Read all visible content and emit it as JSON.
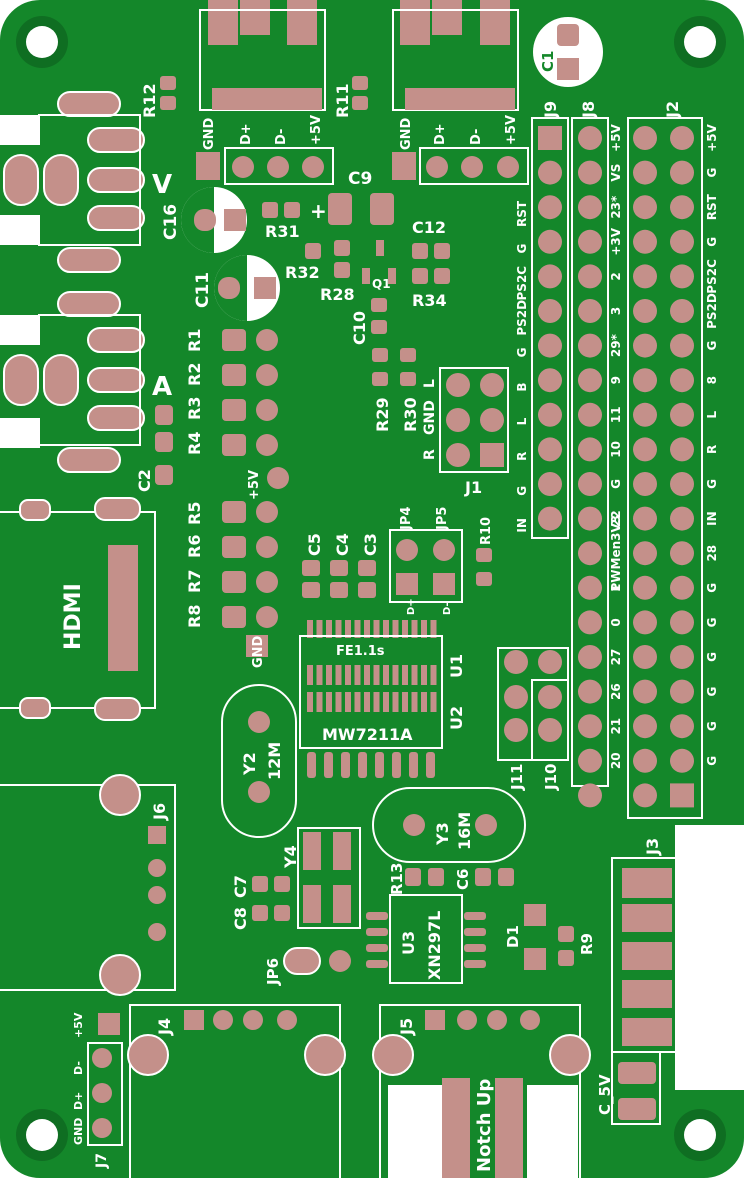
{
  "colors": {
    "board": "#14872a",
    "board_dark": "#0f6e22",
    "copper_pad": "#c4908a",
    "silk": "#ffffff",
    "hole": "#ffffff",
    "background": "#ffffff"
  },
  "labels": {
    "hdmi": "HDMI",
    "v": "V",
    "a": "A",
    "gnd": "GND",
    "dplus": "D+",
    "dminus": "D-",
    "p5v": "+5V",
    "r12": "R12",
    "r11": "R11",
    "c1": "C1",
    "c9": "C9",
    "c16": "C16",
    "r31": "R31",
    "c12": "C12",
    "r32": "R32",
    "r28": "R28",
    "q1": "Q1",
    "r34": "R34",
    "c11": "C11",
    "c10": "C10",
    "r1": "R1",
    "r2": "R2",
    "r3": "R3",
    "r4": "R4",
    "r5": "R5",
    "r6": "R6",
    "r7": "R7",
    "r8": "R8",
    "c2": "C2",
    "r29": "R29",
    "r30": "R30",
    "j1": "J1",
    "j1_r": "R",
    "j1_gnd": "GND",
    "j1_l": "L",
    "jp4": "JP4",
    "jp5": "JP5",
    "r10": "R10",
    "c5": "C5",
    "c4": "C4",
    "c3": "C3",
    "d_plus_small": "D+",
    "d_minus_small": "D-",
    "fe": "FE1.1s",
    "u1": "U1",
    "u2": "U2",
    "mw": "MW7211A",
    "y2": "Y2",
    "y2_freq": "12M",
    "y3": "Y3",
    "y3_freq": "16M",
    "y4": "Y4",
    "c7": "C7",
    "c8": "C8",
    "r13": "R13",
    "c6": "C6",
    "u3": "U3",
    "xn": "XN297L",
    "d1": "D1",
    "r9": "R9",
    "jp6": "JP6",
    "j6": "J6",
    "j4": "J4",
    "j5": "J5",
    "j7": "J7",
    "j9": "J9",
    "j8": "J8",
    "j2": "J2",
    "j3": "J3",
    "j10": "J10",
    "j11": "J11",
    "c_5v": "C_5V",
    "notch_up": "Notch Up",
    "plus": "+"
  },
  "j9_labels": [
    "RST",
    "G",
    "PS2C",
    "PS2D",
    "G",
    "B",
    "L",
    "R",
    "G",
    "IN"
  ],
  "j8_labels": [
    "+5V",
    "VS",
    "23*",
    "+3V",
    "2",
    "3",
    "29*",
    "9",
    "11",
    "10",
    "G",
    "22",
    "PWMen3V3",
    "1",
    "0",
    "27",
    "26",
    "21",
    "20"
  ],
  "j2_labels": [
    "+5V",
    "G",
    "RST",
    "G",
    "PS2C",
    "PS2D",
    "G",
    "8",
    "L",
    "R",
    "G",
    "IN",
    "28",
    "G",
    "G",
    "G",
    "G",
    "G",
    "G"
  ]
}
